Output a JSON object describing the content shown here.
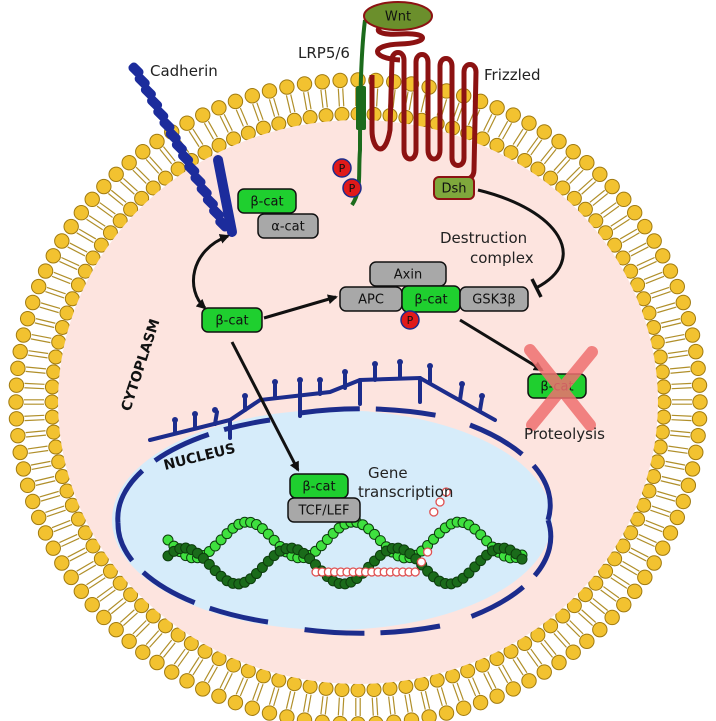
{
  "labels": {
    "cadherin": "Cadherin",
    "lrp": "LRP5/6",
    "frizzled": "Frizzled",
    "wnt": "Wnt",
    "dsh": "Dsh",
    "beta_cat": "β-cat",
    "alpha_cat": "α-cat",
    "destruction_complex_line1": "Destruction",
    "destruction_complex_line2": "complex",
    "axin": "Axin",
    "apc": "APC",
    "gsk3b": "GSK3β",
    "phospho": "P",
    "proteolysis": "Proteolysis",
    "cytoplasm": "CYTOPLASM",
    "nucleus": "NUCLEUS",
    "gene_line1": "Gene",
    "gene_line2": "transcription",
    "tcf_lef": "TCF/LEF"
  },
  "colors": {
    "membrane_head": "#f2c230",
    "membrane_tail": "#b08f2a",
    "cytoplasm_fill": "#fde4df",
    "nucleus_fill": "#d6ecfa",
    "nuclear_envelope": "#1c2c8c",
    "cadherin": "#1c2c9c",
    "beta_cat": "#1fcf2f",
    "grey_protein": "#a8a8a8",
    "frizzled": "#8c1212",
    "wnt": "#6b8f2c",
    "dsh": "#7fa83c",
    "lrp": "#1c6b1c",
    "phospho": "#e01a1a",
    "dna_dark": "#1a6b1a",
    "dna_light": "#3fe03f",
    "mrna": "#e05050",
    "cross": "#f07070"
  }
}
